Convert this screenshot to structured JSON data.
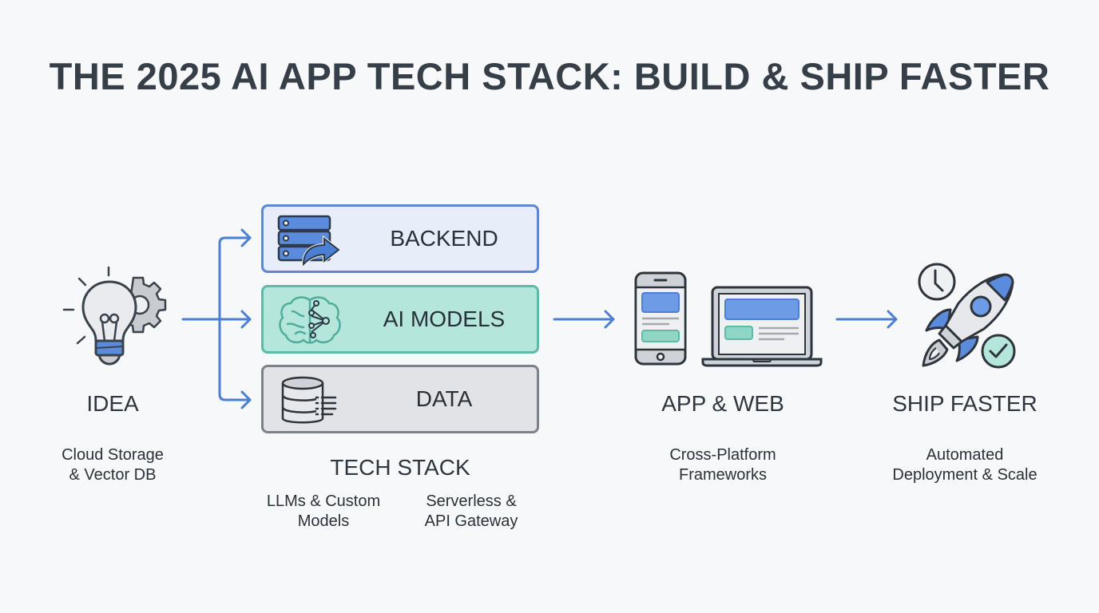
{
  "title": "THE 2025 AI APP TECH STACK: BUILD & SHIP FASTER",
  "colors": {
    "accent_blue": "#4a7fd4",
    "accent_teal": "#5fb9a7",
    "neutral_gray": "#7d8288",
    "text_dark": "#363e47"
  },
  "idea": {
    "label": "IDEA",
    "caption_lines": [
      "Cloud Storage",
      "& Vector DB"
    ],
    "icon": "lightbulb-gear-icon"
  },
  "tech_stack": {
    "label": "TECH STACK",
    "layers": [
      {
        "label": "BACKEND",
        "icon": "server-share-icon"
      },
      {
        "label": "AI MODELS",
        "icon": "brain-network-icon"
      },
      {
        "label": "DATA",
        "icon": "database-list-icon"
      }
    ],
    "captions": [
      {
        "lines": [
          "LLMs & Custom",
          "Models"
        ]
      },
      {
        "lines": [
          "Serverless &",
          "API Gateway"
        ]
      }
    ]
  },
  "app_web": {
    "label": "APP & WEB",
    "caption_lines": [
      "Cross-Platform",
      "Frameworks"
    ],
    "icon": "phone-laptop-icon"
  },
  "ship": {
    "label": "SHIP FASTER",
    "caption_lines": [
      "Automated",
      "Deployment & Scale"
    ],
    "icon": "rocket-clock-check-icon"
  }
}
